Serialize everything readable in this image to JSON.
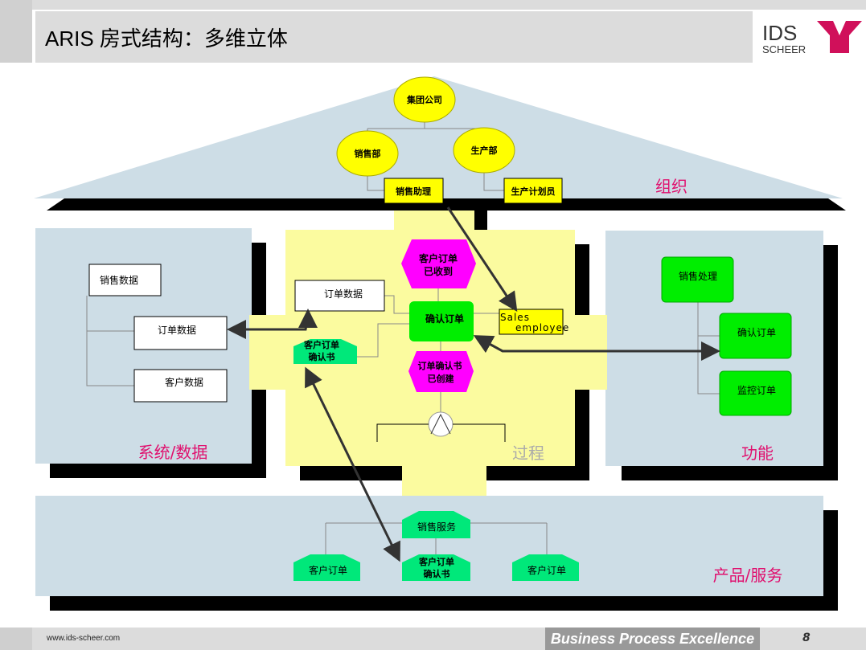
{
  "header": {
    "title": "ARIS 房式结构：多维立体",
    "logo_text_1": "IDS",
    "logo_text_2": "SCHEER"
  },
  "footer": {
    "url": "www.ids-scheer.com",
    "slogan": "Business Process Excellence",
    "page": "8"
  },
  "organization": {
    "label": "组织",
    "root": "集团公司",
    "dept1": "销售部",
    "dept2": "生产部",
    "role1": "销售助理",
    "role2": "生产计划员"
  },
  "data_view": {
    "label": "系统/数据",
    "items": [
      "销售数据",
      "订单数据",
      "客户数据"
    ]
  },
  "process": {
    "label": "过程",
    "event1": "客户订单\n已收到",
    "event1_l1": "客户订单",
    "event1_l2": "已收到",
    "data": "订单数据",
    "function": "确认订单",
    "role_l1": "Sales",
    "role_l2": "employee",
    "output_l1": "客户订单",
    "output_l2": "确认书",
    "event2_l1": "订单确认书",
    "event2_l2": "已创建"
  },
  "function_view": {
    "label": "功能",
    "items": [
      "销售处理",
      "确认订单",
      "监控订单"
    ]
  },
  "product_view": {
    "label": "产品/服务",
    "root": "销售服务",
    "items": [
      "客户订单",
      "客户订单确认书",
      "客户订单"
    ],
    "mid_l1": "客户订单",
    "mid_l2": "确认书"
  },
  "colors": {
    "accent": "#e0106e",
    "panel": "#cddde6",
    "process_bg": "#fbfb9f",
    "green": "#00ee00",
    "event": "#ff00ff",
    "product": "#00e87a"
  }
}
